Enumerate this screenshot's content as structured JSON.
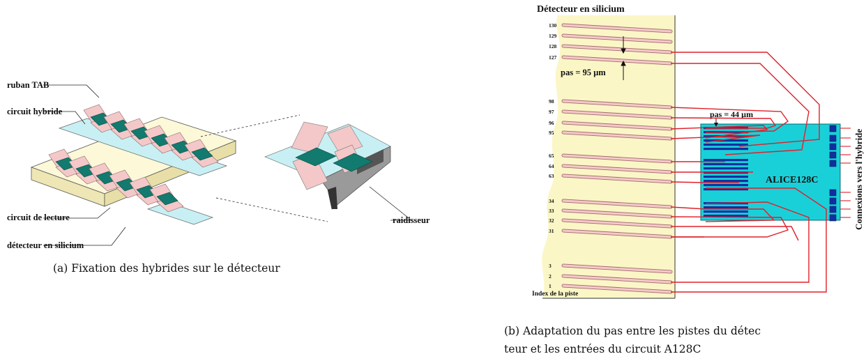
{
  "left_figure": {
    "labels": {
      "ruban_tab": "ruban TAB",
      "circuit_hybride": "circuit hybride",
      "circuit_lecture": "circuit de lecture",
      "detecteur": "détecteur en silicium",
      "raidisseur": "raidisseur"
    },
    "caption": "(a) Fixation des hybrides sur le détecteur"
  },
  "right_figure": {
    "title": "Détecteur en silicium",
    "strip_numbers": [
      "130",
      "129",
      "128",
      "127",
      "98",
      "97",
      "96",
      "95",
      "65",
      "64",
      "63",
      "34",
      "33",
      "32",
      "31",
      "3",
      "2",
      "1"
    ],
    "pitch_detector": "pas  = 95 µm",
    "pitch_chip": "pas = 44 µm",
    "chip_label": "ALICE128C",
    "side_label": "Connexions vers  l'hybride",
    "index_label": "Index de la piste",
    "caption_line1": "(b) Adaptation du pas entre les pistes du détec",
    "caption_line2": "teur et les entrées du circuit A128C"
  },
  "colors": {
    "pad_pink": "#f4c8c8",
    "chip_green": "#127a6e",
    "tab_blue": "#c8f0f4",
    "base_cream": "#fcf8d8",
    "detector_yellow": "#fbf6c6",
    "chip_cyan": "#1ad0d8",
    "wire_red": "#e0202a",
    "bond_blue": "#1030a0"
  }
}
